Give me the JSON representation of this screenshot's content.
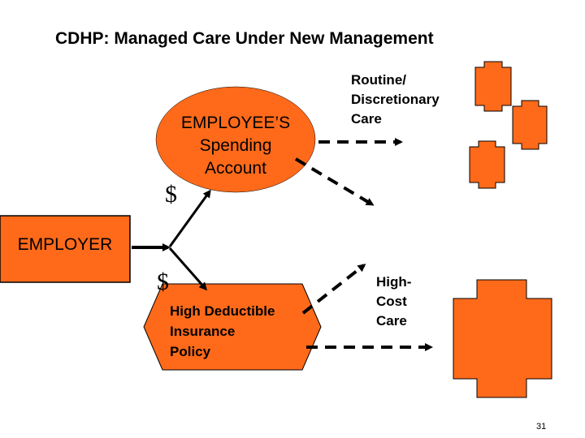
{
  "title": "CDHP:  Managed Care Under New Management",
  "employee_account": {
    "lines": [
      "EMPLOYEE’S",
      "Spending",
      "Account"
    ]
  },
  "employer": {
    "label": "EMPLOYER"
  },
  "dollar_top": "$",
  "dollar_bottom": "$",
  "hdhp": {
    "lines": [
      "High Deductible",
      "Insurance",
      "Policy"
    ]
  },
  "routine_care": {
    "lines": [
      "Routine/",
      "Discretionary",
      "Care"
    ]
  },
  "high_cost_care": {
    "lines": [
      "High-",
      "Cost",
      "Care"
    ]
  },
  "page_number": "31",
  "colors": {
    "fill": "#FF6A1A",
    "stroke": "#000000",
    "background": "#FFFFFF"
  }
}
